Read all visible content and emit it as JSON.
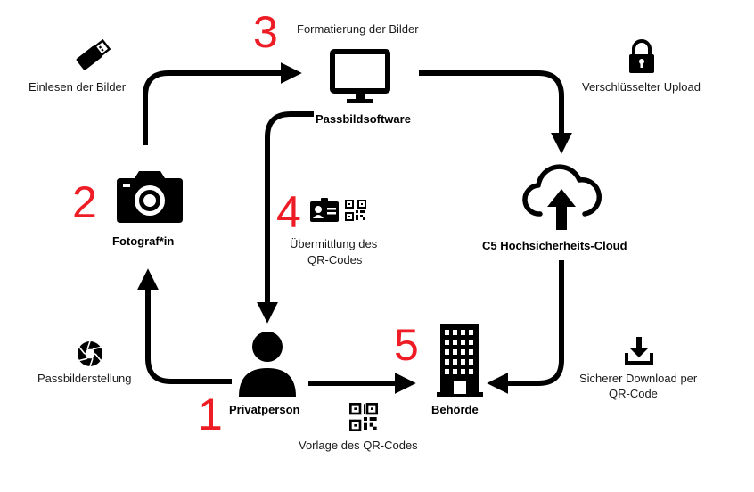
{
  "colors": {
    "step_number": "#ee1c25",
    "ink": "#000000",
    "text": "#1a1a1a"
  },
  "steps": [
    {
      "number": "1",
      "node": "Privatperson",
      "icon": "person-icon"
    },
    {
      "number": "2",
      "node": "Fotograf*in",
      "icon": "camera-icon"
    },
    {
      "number": "3",
      "node": "Passbildsoftware",
      "icon": "monitor-icon",
      "caption": "Formatierung der Bilder"
    },
    {
      "number": "4",
      "caption_line1": "Übermittlung des",
      "caption_line2": "QR-Codes",
      "icon": "id-card-icon"
    },
    {
      "number": "5",
      "node": "Behörde",
      "icon": "building-icon"
    }
  ],
  "cloud": {
    "node": "C5 Hochsicherheits-Cloud",
    "icon": "cloud-upload-icon"
  },
  "annotations": {
    "read_images": "Einlesen der Bilder",
    "encrypted_upload": "Verschlüsselter Upload",
    "photo_creation": "Passbilderstellung",
    "secure_download_line1": "Sicherer Download per",
    "secure_download_line2": "QR-Code",
    "qr_template": "Vorlage des QR-Codes"
  }
}
